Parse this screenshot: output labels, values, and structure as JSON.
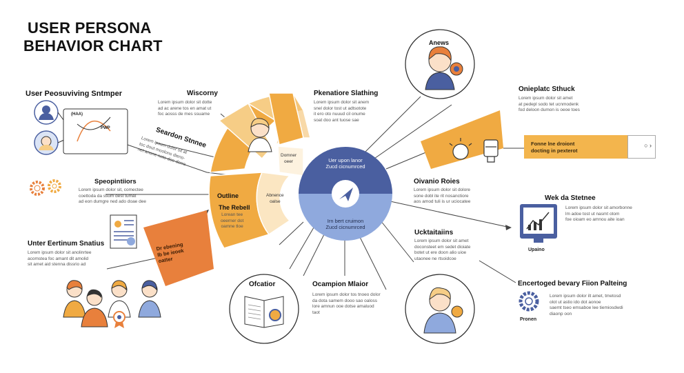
{
  "title": {
    "line1": "USER PERSONA",
    "line2": "BEHAVIOR CHART"
  },
  "left": {
    "s1": {
      "label": "User Peosuviving Sntmper",
      "inner_small": "(HAA)",
      "inner_small2": "PWP"
    },
    "s2": {
      "label": "Speopintiiors",
      "text": "Lorem ipsum dolor sit, comectee\ncoettoda da ssum dest tumat\nad eon dumgre ned ado doae dee"
    },
    "s3": {
      "label": "Unter Eertinum Snatius",
      "text": "Lorem ipsum dolor sit anolinrtee\nacomstea foc amant dit amolid\nsit amet aid stenna dissrio ad"
    }
  },
  "center": {
    "wisc_label": "Wiscorny",
    "wisc_text": "Lorem ipsum dolor sit dotte\nad ac arene tos en amat ut\nfoc aosss de mes ssuame",
    "seg_label": "Seardon Stnnee",
    "seg_text": "Lorem ipsum dolor sit at\ntoc dout moolons dieno-\nnet anone noto doe dorre",
    "outline": "Outline",
    "rebell": "The Rebell",
    "rebell_text": "Lorean tee\noeerner dot\noamne tloe",
    "orange_text": "Dr ebening\nIb be ieoek\noatter",
    "mid_text1": "Domner\noeer",
    "mid_text2": "Abnence\noalse",
    "circle_top": "Uer upon lanor\nZucd cicnumrced",
    "circle_bottom": "Irn bert cruimon\nZucd cicnumrced"
  },
  "top": {
    "anews": "Anews",
    "pm_label": "Pkenatiore Slathing",
    "pm_text": "Lorem ipsum dolor sit anem\nsnel dolor tost ut adtsotote\nit ero oto nuuud cil onume\nsoat doo ant tuose sae"
  },
  "right": {
    "r1": {
      "label": "Onieplatc Sthuck",
      "text": "Lorem ipsum dolor sit amet\nat pedepl sodo tet ucnmodenk\nfod deloon dumon is oeoe toes"
    },
    "banner": "Fonne lne droiont\ndocting in pexterot",
    "r2": {
      "label": "Oivanio Roies",
      "text": "Lorem ipsum dolor sit dolore\nsone dobl ite rit nosanctiore\naos amod tuli is ur uciocatee"
    },
    "r3": {
      "label": "Wek da Stetnee",
      "text": "Lorem ipsum dolor sit amorbonne\nlm adoe tost ut nasmt otom\nfoe oioam eo amnou aite ioan",
      "caption": "Upaino"
    },
    "r4": {
      "label": "Ucktaitaiins",
      "text": "Lorem ipsum dolor sit amet\ndoconsteet em sedet dioiate\nbotet ut ere doon alio uioe\nutaonee ne rtsoidcoe"
    },
    "r5": {
      "label": "Encertoged bevary Fiion Palteing",
      "text": "Lorem ipsum dolor ilt amet, tmetosd\nolot ut astio ido dot aonoe\nsaemt tseo emsaboe lee tiemiosdwdi\ndiaonp oon",
      "caption": "Pronen"
    }
  },
  "bottom": {
    "b1": {
      "label": "Ofcatior"
    },
    "b2": {
      "label": "Ocampion Mlaior",
      "text": "Lorem ipsum dolor tos tnoeo dolor\nda dota samem dooo sao oaloss\nlore amnun ooe dotse amaluod\ntaot"
    }
  },
  "colors": {
    "navy": "#4a5fa0",
    "blue_light": "#8fa9dd",
    "orange": "#e8803c",
    "amber": "#f0aa42",
    "peach": "#f6cd86",
    "line": "#444444"
  }
}
